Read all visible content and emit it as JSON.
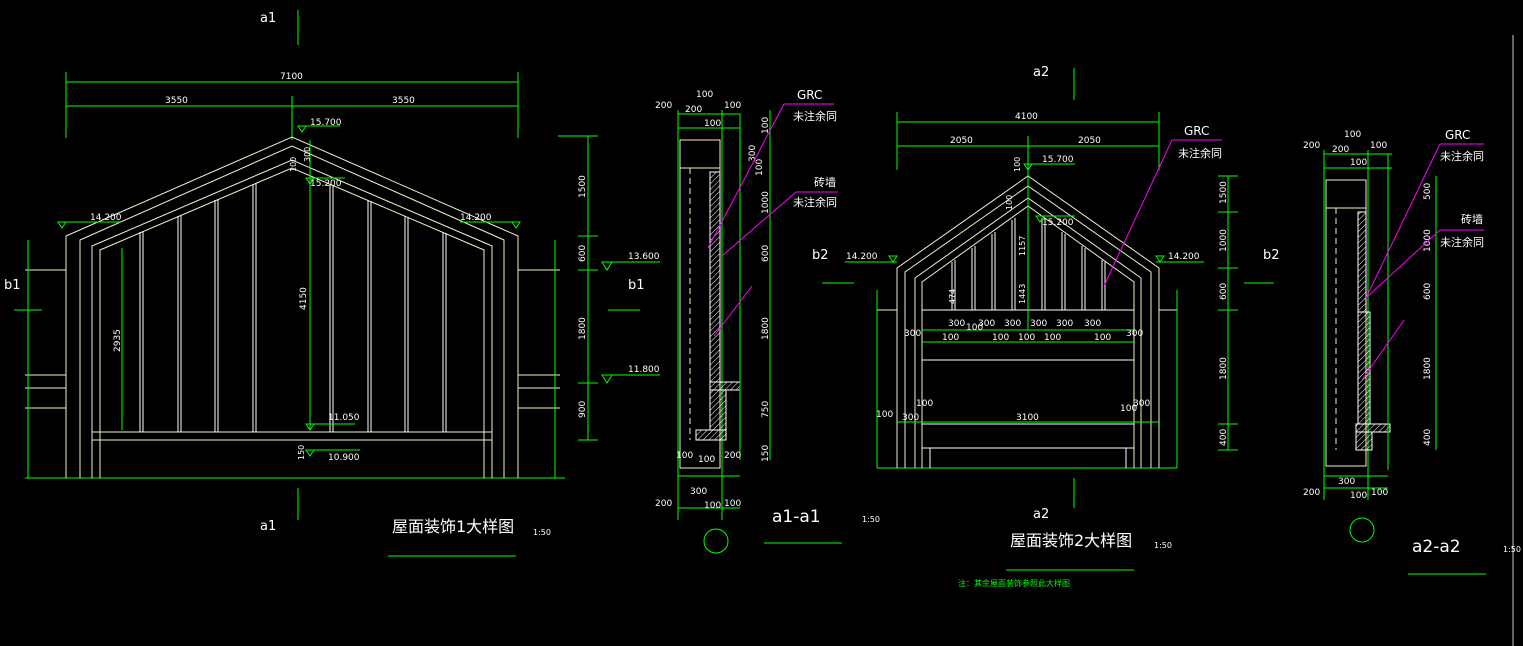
{
  "colors": {
    "background": "#000000",
    "dimension": "#00ff00",
    "outline": "#f0f0c8",
    "hatch": "#ffffff",
    "leader": "#ff00ff",
    "label": "#ffffff",
    "note": "#00ff00",
    "frame": "#c8c8c8"
  },
  "drawing1": {
    "title": "屋面装饰1大样图",
    "scale": "1:50",
    "section_mark_top": "a1",
    "section_mark_bottom": "a1",
    "side_mark_left": "b1",
    "side_mark_right": "b1",
    "overall_width": "7100",
    "half_widths": [
      "3550",
      "3550"
    ],
    "elevations": {
      "ridge": "15.700",
      "ridge_inner": "15.200",
      "eave_left": "14.200",
      "eave_right": "14.200",
      "e1": "13.600",
      "e2": "11.800",
      "base1": "11.050",
      "base2": "10.900"
    },
    "vertical_dims": [
      "1500",
      "600",
      "1800",
      "900"
    ],
    "inner_dims": [
      "2935",
      "4150",
      "150",
      "100",
      "300"
    ]
  },
  "section1": {
    "title": "a1-a1",
    "scale": "1:50",
    "top_dims": [
      "100",
      "200",
      "200",
      "100",
      "100"
    ],
    "bottom_dims": [
      "300",
      "200",
      "100",
      "100",
      "100",
      "200"
    ],
    "vertical_dims": [
      "100",
      "300",
      "100",
      "1000",
      "600",
      "1800",
      "750",
      "150"
    ],
    "labels": {
      "grc": "GRC",
      "grc_note": "未注余同",
      "brick": "砖墙",
      "brick_note": "未注余同"
    }
  },
  "drawing2": {
    "title": "屋面装饰2大样图",
    "scale": "1:50",
    "section_mark_top": "a2",
    "section_mark_bottom": "a2",
    "side_mark_left": "b2",
    "side_mark_right": "b2",
    "overall_width": "4100",
    "half_widths": [
      "2050",
      "2050"
    ],
    "elevations": {
      "ridge": "15.700",
      "ridge_inner": "15.200",
      "eave_left": "14.200",
      "eave_right": "14.200"
    },
    "vertical_dims": [
      "1500",
      "1000",
      "600",
      "1800",
      "400"
    ],
    "inner_dims": [
      "100",
      "100",
      "1157",
      "1443",
      "474"
    ],
    "spacing_top": [
      "300",
      "300",
      "300",
      "300",
      "300",
      "300"
    ],
    "spacing_bottom": [
      "100",
      "100",
      "100",
      "100",
      "100",
      "100"
    ],
    "side_dims": [
      "300",
      "300",
      "100",
      "100",
      "300",
      "100",
      "300"
    ],
    "inner_width": "3100",
    "labels": {
      "grc": "GRC",
      "grc_note": "未注余同"
    },
    "note": "注：其余屋面装饰参照此大样图"
  },
  "section2": {
    "title": "a2-a2",
    "scale": "1:50",
    "top_dims": [
      "100",
      "200",
      "200",
      "100",
      "100"
    ],
    "bottom_dims": [
      "300",
      "200",
      "100",
      "100"
    ],
    "vertical_dims": [
      "500",
      "1000",
      "600",
      "1800",
      "400"
    ],
    "labels": {
      "grc": "GRC",
      "grc_note": "未注余同",
      "brick": "砖墙",
      "brick_note": "未注余同"
    }
  }
}
